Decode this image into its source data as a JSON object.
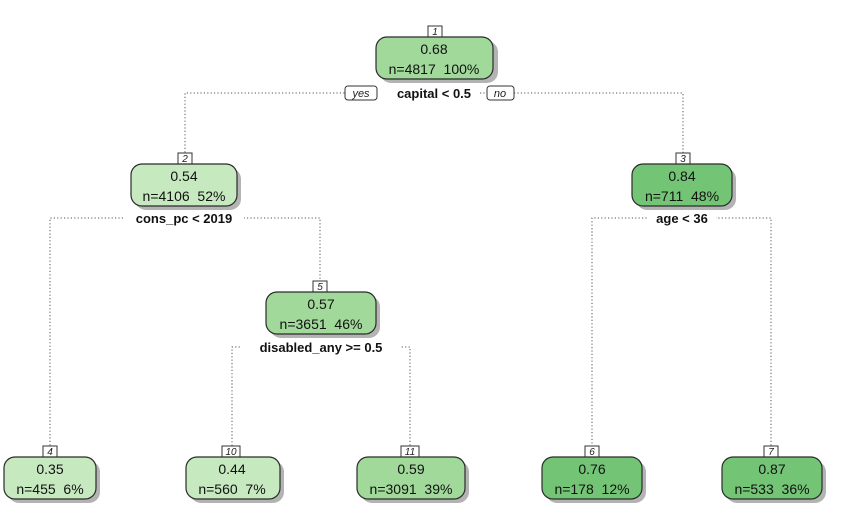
{
  "tree": {
    "nodes": {
      "n1": {
        "id": "1",
        "value": "0.68",
        "stats": "n=4817  100%",
        "color": "#a1d99b"
      },
      "n2": {
        "id": "2",
        "value": "0.54",
        "stats": "n=4106  52%",
        "color": "#c7e9c0"
      },
      "n3": {
        "id": "3",
        "value": "0.84",
        "stats": "n=711  48%",
        "color": "#74c476"
      },
      "n5": {
        "id": "5",
        "value": "0.57",
        "stats": "n=3651  46%",
        "color": "#a1d99b"
      },
      "n4": {
        "id": "4",
        "value": "0.35",
        "stats": "n=455  6%",
        "color": "#c7e9c0"
      },
      "n10": {
        "id": "10",
        "value": "0.44",
        "stats": "n=560  7%",
        "color": "#c7e9c0"
      },
      "n11": {
        "id": "11",
        "value": "0.59",
        "stats": "n=3091  39%",
        "color": "#a1d99b"
      },
      "n6": {
        "id": "6",
        "value": "0.76",
        "stats": "n=178  12%",
        "color": "#74c476"
      },
      "n7": {
        "id": "7",
        "value": "0.87",
        "stats": "n=533  36%",
        "color": "#74c476"
      }
    },
    "splits": {
      "s1": "capital < 0.5",
      "s2": "cons_pc < 2019",
      "s3": "age < 36",
      "s5": "disabled_any >= 0.5"
    },
    "labels": {
      "yes": "yes",
      "no": "no"
    }
  }
}
